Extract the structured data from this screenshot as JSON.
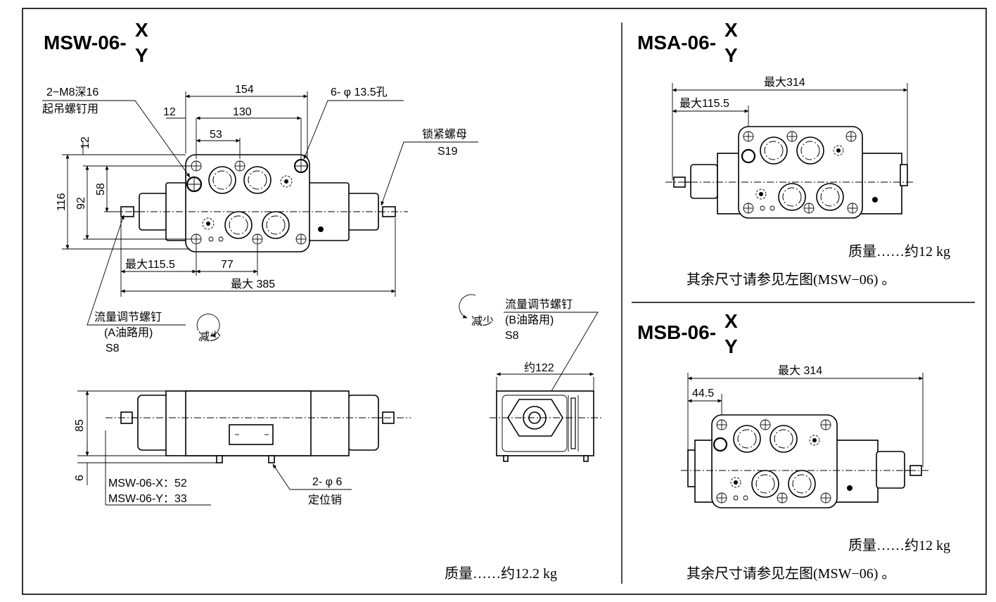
{
  "left_panel": {
    "title_prefix": "MSW-06-",
    "title_x": "X",
    "title_y": "Y",
    "dims": {
      "d154": "154",
      "d130": "130",
      "d12a": "12",
      "d53": "53",
      "d12b": "12",
      "d116": "116",
      "d92": "92",
      "d58": "58",
      "max1155": "最大115.5",
      "d77": "77",
      "max385": "最大 385",
      "d85": "85",
      "d6": "6"
    },
    "notes": {
      "lift_screw_1": "2−M8深16",
      "lift_screw_2": "起吊螺钉用",
      "holes": "6- φ 13.5孔",
      "lock_nut_1": "锁紧螺母",
      "lock_nut_2": "S19",
      "flow_a_1": "流量调节螺钉",
      "flow_a_2": "(A油路用)",
      "flow_a_3": "S8",
      "decrease_a": "减少",
      "variant_x": "MSW-06-X：52",
      "variant_y": "MSW-06-Y：33",
      "pin_1": "2- φ 6",
      "pin_2": "定位销",
      "flow_b_1": "流量调节螺钉",
      "flow_b_2": "(B油路用)",
      "flow_b_3": "S8",
      "decrease_b": "减少",
      "approx122": "约122",
      "mass": "质量……约12.2 kg"
    }
  },
  "msa_panel": {
    "title_prefix": "MSA-06-",
    "title_x": "X",
    "title_y": "Y",
    "max314": "最大314",
    "max1155": "最大115.5",
    "mass": "质量……约12 kg",
    "note": "其余尺寸请参见左图(MSW−06) 。"
  },
  "msb_panel": {
    "title_prefix": "MSB-06-",
    "title_x": "X",
    "title_y": "Y",
    "max314": "最大 314",
    "d445": "44.5",
    "mass": "质量……约12 kg",
    "note": "其余尺寸请参见左图(MSW−06) 。"
  }
}
